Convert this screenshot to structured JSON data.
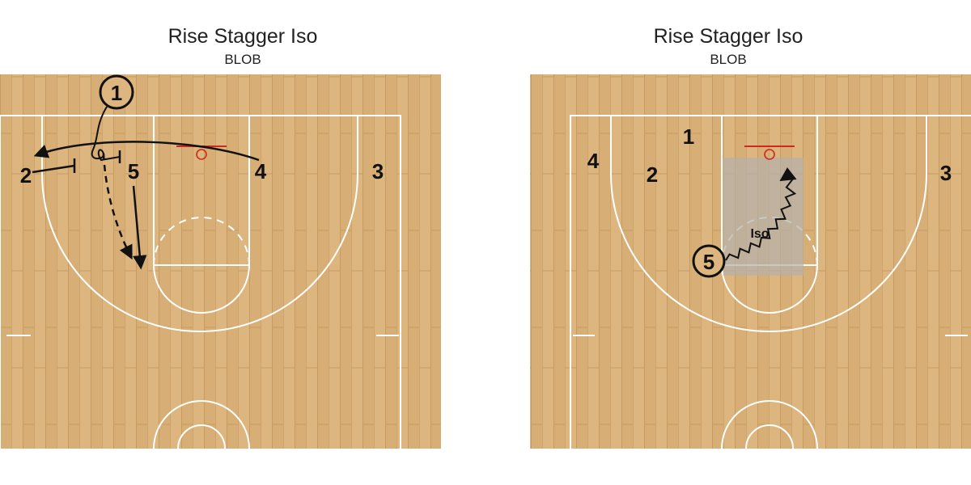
{
  "diagrams": [
    {
      "title": "Rise Stagger Iso",
      "subtitle": "BLOB",
      "players": [
        {
          "id": "1",
          "circled": true
        },
        {
          "id": "2",
          "circled": false
        },
        {
          "id": "5",
          "circled": false
        },
        {
          "id": "4",
          "circled": false
        },
        {
          "id": "3",
          "circled": false
        }
      ]
    },
    {
      "title": "Rise Stagger Iso",
      "subtitle": "BLOB",
      "annotation": "Iso",
      "players": [
        {
          "id": "1",
          "circled": false
        },
        {
          "id": "4",
          "circled": false
        },
        {
          "id": "2",
          "circled": false
        },
        {
          "id": "3",
          "circled": false
        },
        {
          "id": "5",
          "circled": true
        }
      ]
    }
  ],
  "colors": {
    "court_wood": "#ddb57f",
    "court_wood_dark": "#c99a5d",
    "lines": "#ffffff",
    "rim": "#cc2a1e",
    "action": "#111111",
    "iso_zone": "#b4b0ab"
  }
}
